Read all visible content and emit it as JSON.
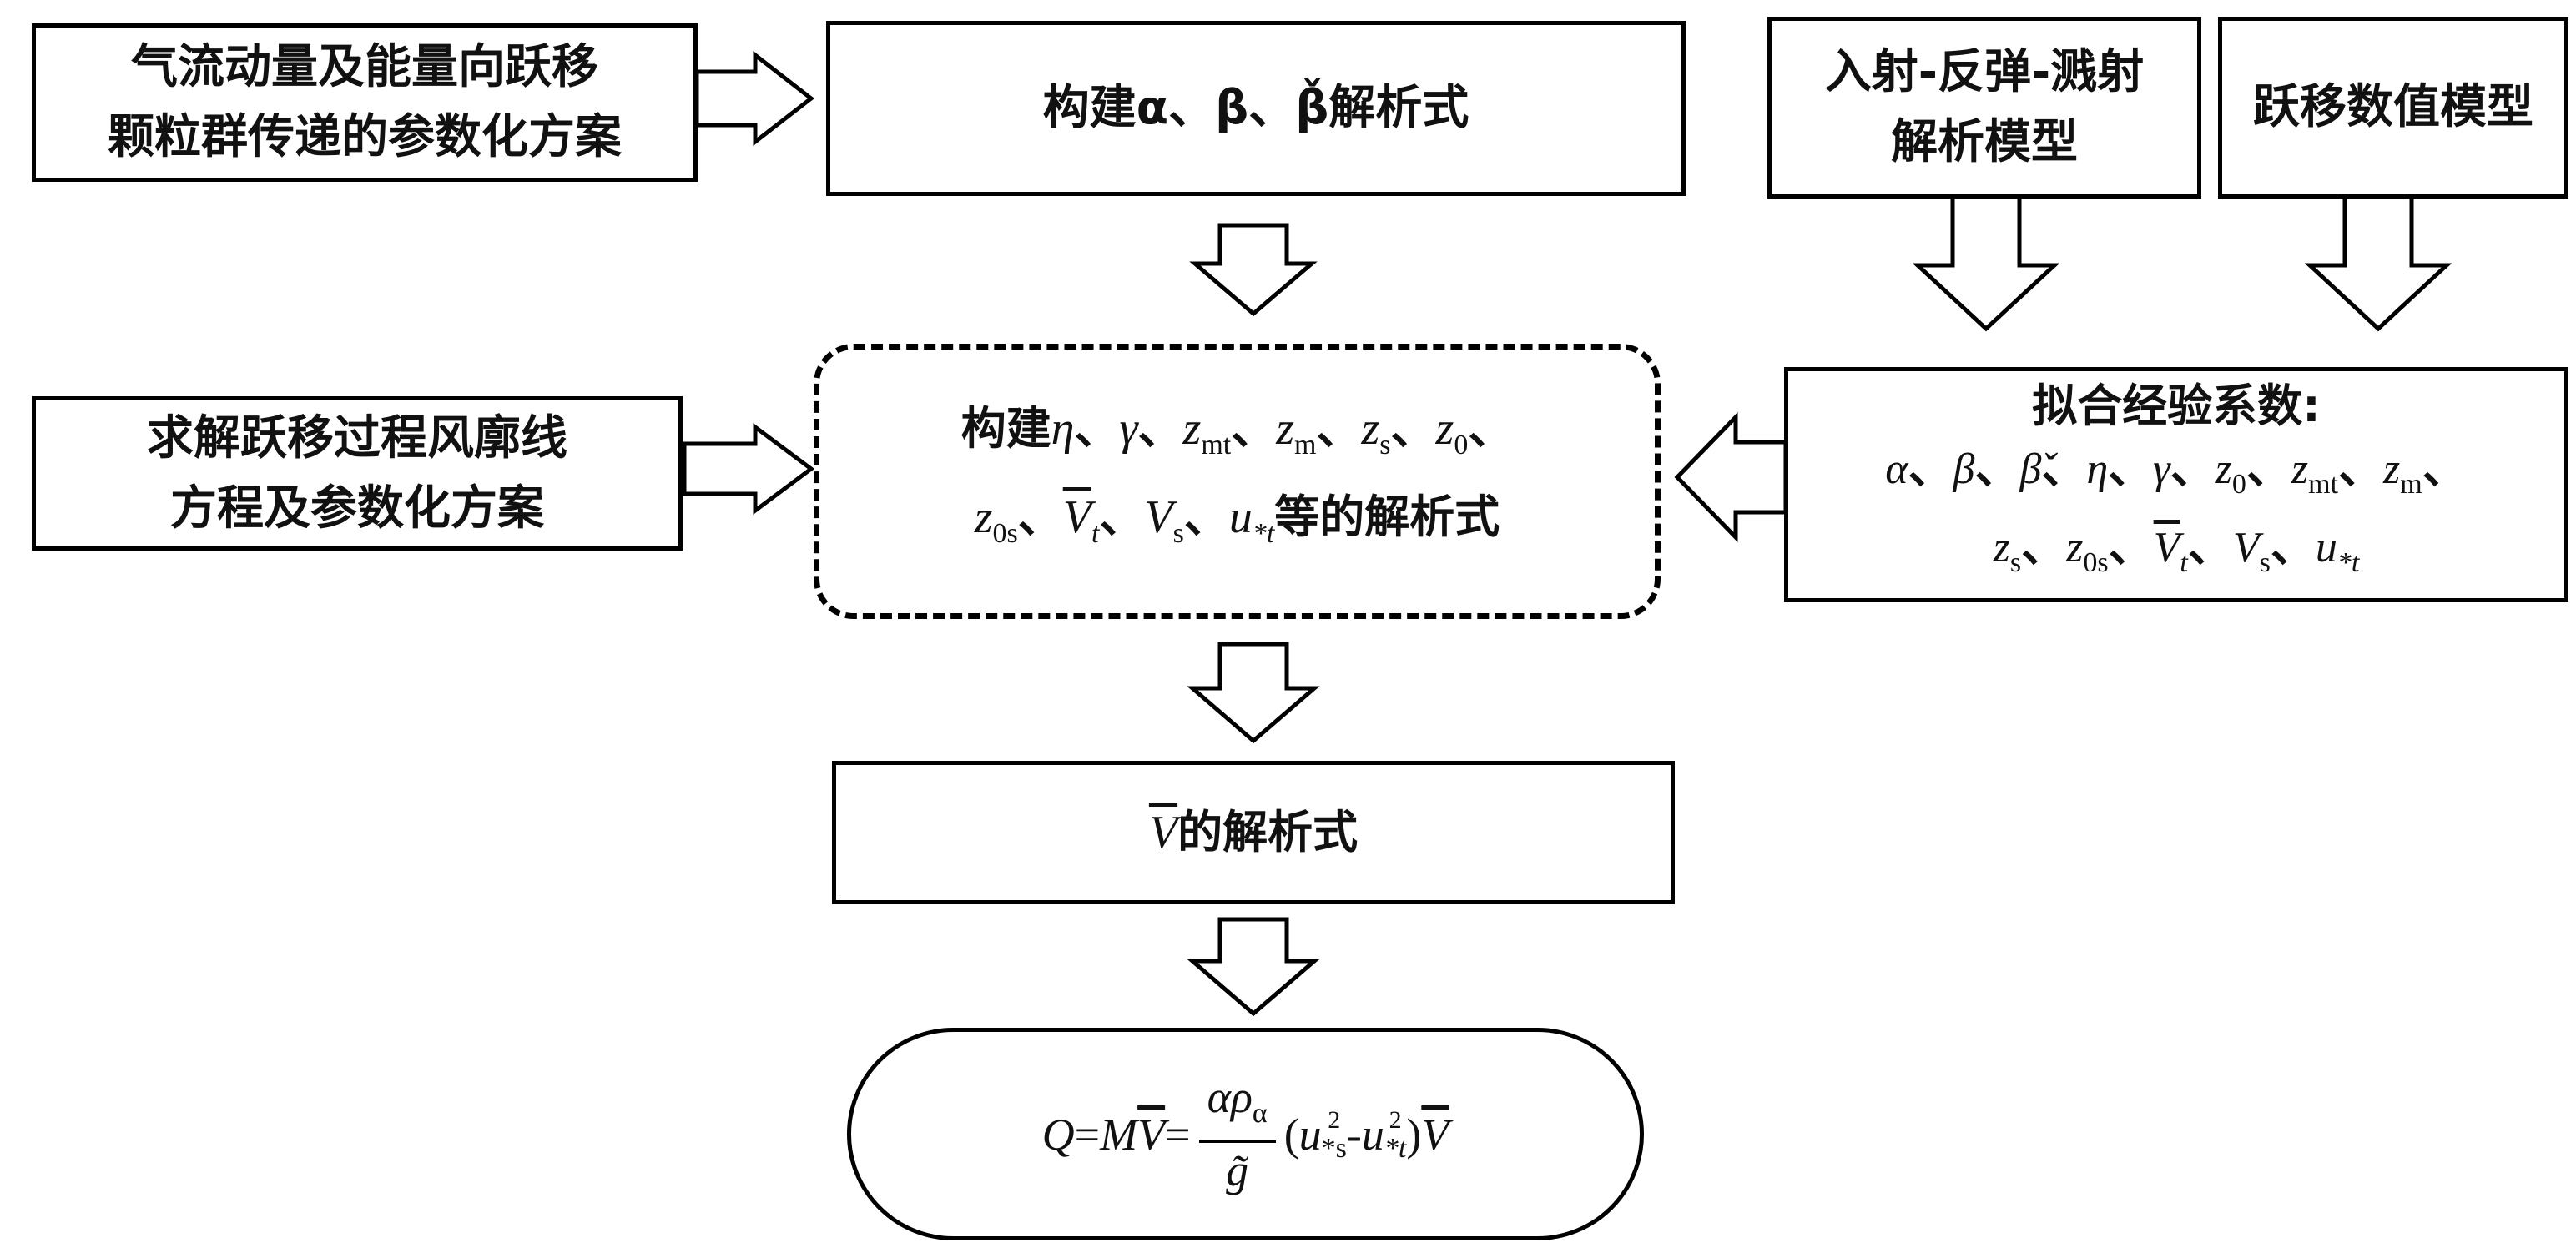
{
  "boxes": {
    "momentum_energy": {
      "line1": "气流动量及能量向跃移",
      "line2": "颗粒群传递的参数化方案"
    },
    "construct_abg": {
      "text": "构建α、β、β̌解析式"
    },
    "incident_model": {
      "line1": "入射-反弹-溅射",
      "line2": "解析模型"
    },
    "numeric_model": {
      "text": "跃移数值模型"
    },
    "wind_profile": {
      "line1": "求解跃移过程风廓线",
      "line2": "方程及参数化方案"
    },
    "construct_params": {
      "prefix": "构建",
      "line1_vars": [
        "η",
        "γ",
        "z",
        "z",
        "z",
        "z"
      ],
      "line1_subs": [
        "",
        "",
        "mt",
        "m",
        "s",
        "0"
      ],
      "line2_vars": [
        "z",
        "V",
        "V",
        "u"
      ],
      "line2_subs": [
        "0s",
        "t",
        "s",
        "*t"
      ],
      "suffix": "等的解析式",
      "sep": "、"
    },
    "fit_coeffs": {
      "title": "拟合经验系数:",
      "line1_vars": [
        "α",
        "β",
        "β̌",
        "η",
        "γ",
        "z",
        "z",
        "z"
      ],
      "line1_subs": [
        "",
        "",
        "",
        "",
        "",
        "0",
        "mt",
        "m"
      ],
      "line2_vars": [
        "z",
        "z",
        "V",
        "V",
        "u"
      ],
      "line2_subs": [
        "s",
        "0s",
        "t",
        "s",
        "*t"
      ],
      "sep": "、"
    },
    "v_formula": {
      "var": "V",
      "suffix": "的解析式"
    },
    "q_formula": {
      "lhs": "Q",
      "eq": "=",
      "m": "M",
      "v": "V",
      "num_a": "αρ",
      "num_sub": "α",
      "den": "g̃",
      "u": "u",
      "sub_s": "*s",
      "sub_t": "*t",
      "sq": "2",
      "minus": "-",
      "lp": "(",
      "rp": ")"
    }
  }
}
